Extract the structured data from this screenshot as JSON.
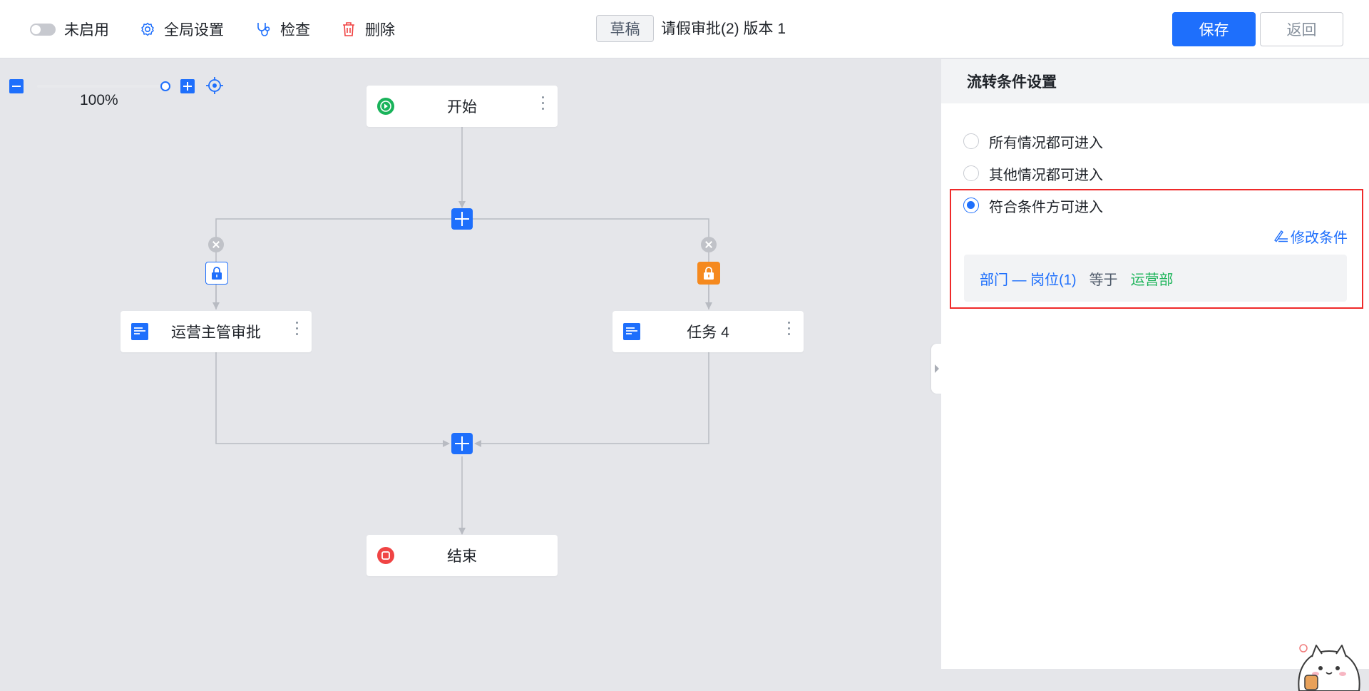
{
  "topbar": {
    "enable_label": "未启用",
    "global_settings_label": "全局设置",
    "check_label": "检查",
    "delete_label": "删除",
    "draft_tag": "草稿",
    "title": "请假审批(2) 版本 1",
    "save_label": "保存",
    "back_label": "返回"
  },
  "canvas": {
    "zoom_level": "100%",
    "nodes": {
      "start": "开始",
      "left_task": "运营主管审批",
      "right_task": "任务 4",
      "end": "结束"
    }
  },
  "panel": {
    "title": "流转条件设置",
    "options": [
      "所有情况都可进入",
      "其他情况都可进入",
      "符合条件方可进入"
    ],
    "selected_index": 2,
    "edit_condition": "修改条件",
    "condition": {
      "field": "部门 — 岗位(1)",
      "operator": "等于",
      "value": "运营部"
    }
  },
  "colors": {
    "primary": "#1e6ffc",
    "start_green": "#19b35a",
    "end_red": "#f04444",
    "lock_orange": "#f5891e",
    "highlight_red": "#ef2a2a",
    "value_green": "#1db45a"
  },
  "icons": {
    "enable": "toggle-icon",
    "global_settings": "gear-icon",
    "check": "stethoscope-icon",
    "delete": "trash-icon",
    "zoom_out": "minus-icon",
    "zoom_in": "plus-icon",
    "locate": "target-icon",
    "edit": "edit-icon"
  }
}
